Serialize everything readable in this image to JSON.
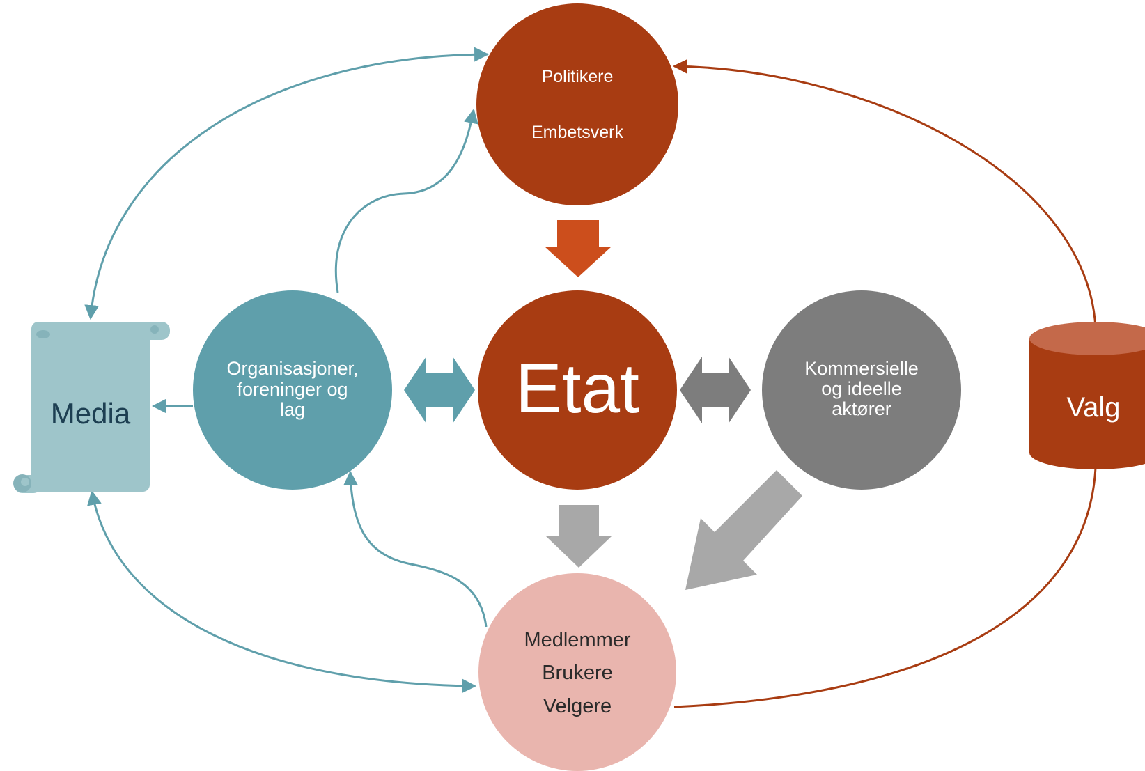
{
  "nodes": {
    "politikere": {
      "lines": [
        "Politikere",
        "Embetsverk"
      ]
    },
    "etat": {
      "label": "Etat"
    },
    "organisasjoner": {
      "lines": [
        "Organisasjoner,",
        "foreninger og",
        "lag"
      ]
    },
    "kommersielle": {
      "lines": [
        "Kommersielle",
        "og ideelle",
        "aktører"
      ]
    },
    "medlemmer": {
      "lines": [
        "Medlemmer",
        "Brukere",
        "Velgere"
      ]
    },
    "media": {
      "label": "Media"
    },
    "valg": {
      "label": "Valg"
    }
  },
  "colors": {
    "rust": "#a83c12",
    "orange_arrow": "#cc4e1c",
    "teal": "#5f9fab",
    "teal_light": "#9ec5ca",
    "gray": "#7d7d7d",
    "gray_arrow": "#a8a8a8",
    "pink": "#e9b5ae"
  }
}
